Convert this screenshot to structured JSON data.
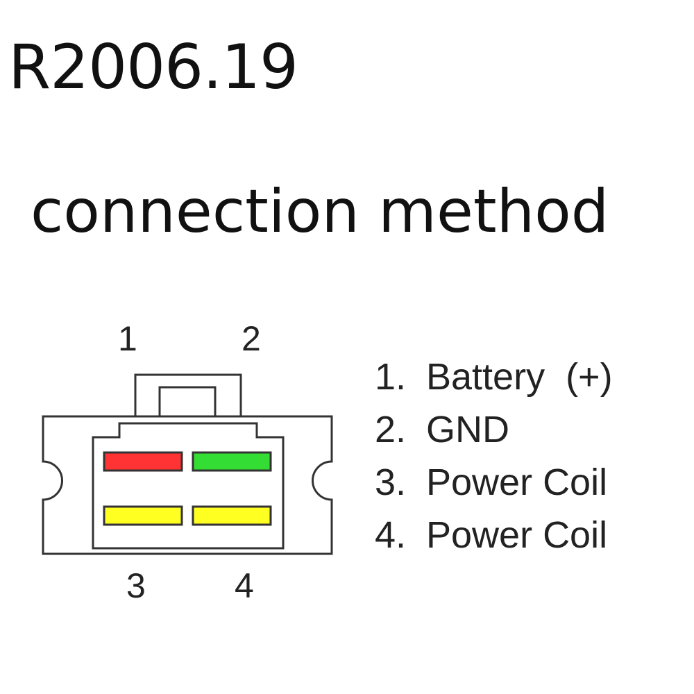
{
  "title": "R2006.19",
  "subtitle": "connection method",
  "connector": {
    "pins": [
      {
        "number": "1",
        "color": "#ff3333"
      },
      {
        "number": "2",
        "color": "#33dd33"
      },
      {
        "number": "3",
        "color": "#ffff22"
      },
      {
        "number": "4",
        "color": "#ffff22"
      }
    ],
    "outline_color": "#333333"
  },
  "legend": [
    {
      "num": "1.",
      "label": "Battery  (+)"
    },
    {
      "num": "2.",
      "label": "GND"
    },
    {
      "num": "3.",
      "label": "Power Coil"
    },
    {
      "num": "4.",
      "label": "Power Coil"
    }
  ]
}
